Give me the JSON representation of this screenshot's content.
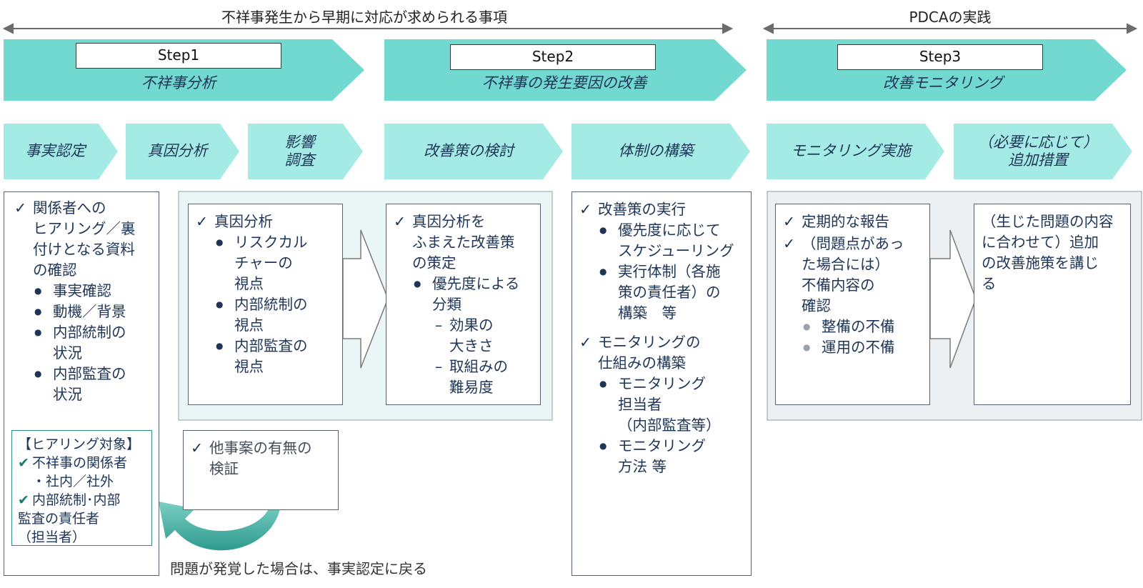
{
  "header": {
    "left_label": "不祥事発生から早期に対応が求められる事項",
    "right_label": "PDCAの実践"
  },
  "steps": [
    {
      "label": "Step1",
      "title": "不祥事分析"
    },
    {
      "label": "Step2",
      "title": "不祥事の発生要因の改善"
    },
    {
      "label": "Step3",
      "title": "改善モニタリング"
    }
  ],
  "substeps": [
    {
      "label": "事実認定"
    },
    {
      "label": "真因分析"
    },
    {
      "label": "影響\n調査"
    },
    {
      "label": "改善策の検討"
    },
    {
      "label": "体制の構築"
    },
    {
      "label": "モニタリング実施"
    },
    {
      "label": "（必要に応じて）\n追加措置"
    }
  ],
  "cards": {
    "fact": {
      "items": [
        {
          "type": "check",
          "text": "関係者への\nヒアリング／裏\n付けとなる資料\nの確認"
        },
        {
          "type": "bullet",
          "text": "事実確認"
        },
        {
          "type": "bullet",
          "text": "動機／背景"
        },
        {
          "type": "bullet",
          "text": "内部統制の\n状況"
        },
        {
          "type": "bullet",
          "text": "内部監査の\n状況"
        }
      ]
    },
    "hearing": {
      "title": "【ヒアリング対象】",
      "items": [
        {
          "type": "check",
          "text": "不祥事の関係者"
        },
        {
          "type": "plain",
          "text": "・社内／社外"
        },
        {
          "type": "check",
          "text": "内部統制･内部"
        },
        {
          "type": "plain",
          "text": "監査の責任者"
        },
        {
          "type": "plain",
          "text": "（担当者）"
        }
      ]
    },
    "root_cause": {
      "items": [
        {
          "type": "check",
          "text": "真因分析"
        },
        {
          "type": "bullet",
          "text": "リスクカル\nチャーの\n視点"
        },
        {
          "type": "bullet",
          "text": "内部統制の\n視点"
        },
        {
          "type": "bullet",
          "text": "内部監査の\n視点"
        }
      ]
    },
    "other_cases": {
      "items": [
        {
          "type": "check",
          "text": "他事案の有無の\n検証"
        }
      ]
    },
    "improvement": {
      "items": [
        {
          "type": "check",
          "text": "真因分析を\nふまえた改善策\nの策定"
        },
        {
          "type": "bullet",
          "text": "優先度による\n分類"
        },
        {
          "type": "dash",
          "text": "効果の\n大きさ"
        },
        {
          "type": "dash",
          "text": "取組みの\n難易度"
        }
      ]
    },
    "system": {
      "items": [
        {
          "type": "check",
          "text": "改善策の実行"
        },
        {
          "type": "bullet",
          "text": "優先度に応じて\nスケジューリング"
        },
        {
          "type": "bullet",
          "text": "実行体制（各施\n策の責任者）の\n構築　等"
        },
        {
          "type": "gap",
          "text": ""
        },
        {
          "type": "check",
          "text": "モニタリングの\n仕組みの構築"
        },
        {
          "type": "bullet",
          "text": "モニタリング\n担当者\n（内部監査等）"
        },
        {
          "type": "bullet",
          "text": "モニタリング\n方法 等"
        }
      ]
    },
    "monitoring": {
      "items": [
        {
          "type": "check",
          "text": "定期的な報告"
        },
        {
          "type": "check",
          "text": "（問題点があっ\nた場合には）\n不備内容の\n確認"
        },
        {
          "type": "bulletg",
          "text": "整備の不備"
        },
        {
          "type": "bulletg",
          "text": "運用の不備"
        }
      ]
    },
    "additional": {
      "items": [
        {
          "type": "plain",
          "text": "（生じた問題の内容\nに合わせて）追加\nの改善施策を講じ\nる"
        }
      ]
    }
  },
  "return_note": "問題が発覚した場合は、事実認定に戻る",
  "colors": {
    "step_fill": "#72d9d0",
    "substep_fill": "#a3ebe4",
    "panel_fill": "#eaf6f6",
    "panel_fill_gray": "#edf0f3",
    "curve_arrow": "#3fa89c",
    "text": "#1f3557"
  }
}
